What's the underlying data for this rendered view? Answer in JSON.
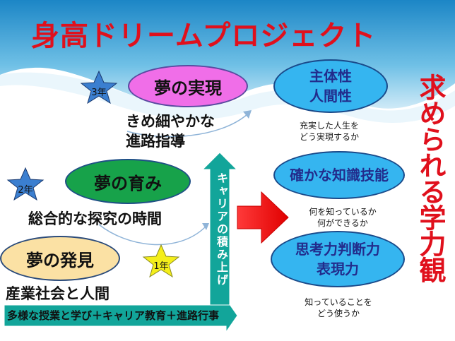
{
  "title": "身高ドリームプロジェクト",
  "stars": {
    "year3": "3年",
    "year2": "2年",
    "year1": "1年"
  },
  "stages": {
    "realization": "夢の実現",
    "growth": "夢の育み",
    "discovery": "夢の発見"
  },
  "activities": {
    "guidance_line1": "きめ細やかな",
    "guidance_line2": "進路指導",
    "inquiry": "総合的な探究の時間",
    "industry": "産業社会と人間"
  },
  "career_arrow": "キャリアの積み上げ",
  "bottom_arrow": "多様な授業と学び＋キャリア教育＋進路行事",
  "goal_title": "求められる学力観",
  "abilities": {
    "a1_line1": "主体性",
    "a1_line2": "人間性",
    "a1_note_line1": "充実した人生を",
    "a1_note_line2": "どう実現するか",
    "a2": "確かな知識技能",
    "a2_note_line1": "何を知っているか",
    "a2_note_line2": "何ができるか",
    "a3_line1": "思考力判断力",
    "a3_line2": "表現力",
    "a3_note_line1": "知っていることを",
    "a3_note_line2": "どう使うか"
  },
  "colors": {
    "title_red": "#e0101c",
    "sky_blue": "#4aa8d8",
    "pink": "#f06ee8",
    "green": "#17a24a",
    "beige": "#fbe1a4",
    "ability_blue": "#35b5f0",
    "arrow_teal": "#12a59a",
    "big_arrow_red": "#f01010"
  }
}
